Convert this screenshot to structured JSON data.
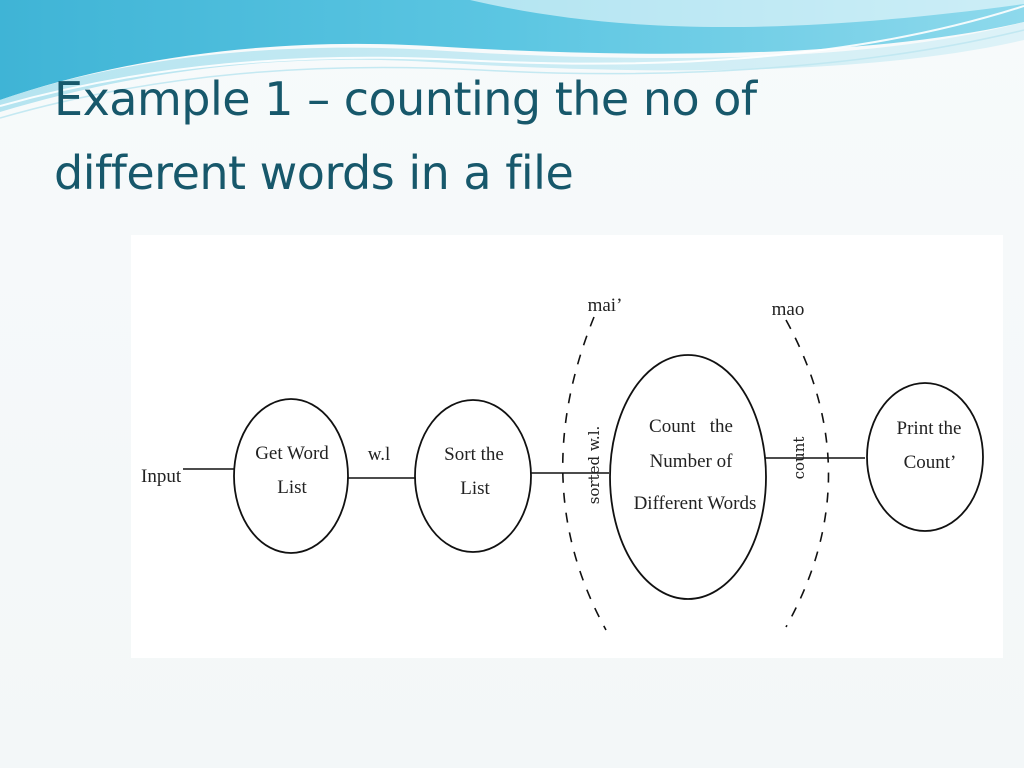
{
  "slide": {
    "title_line1": "Example 1 – counting the no of",
    "title_line2": "different words in a file"
  },
  "diagram": {
    "input_label": "Input",
    "nodes": {
      "get_word_list": [
        "Get Word",
        "List"
      ],
      "sort_the_list": [
        "Sort the",
        "List"
      ],
      "count_words": [
        "Count   the",
        "Number of",
        "Different Words"
      ],
      "print_count": [
        "Print the",
        "Count’"
      ]
    },
    "edge_labels": {
      "wl": "w.l",
      "sorted_wl": "sorted w.l.",
      "count": "count"
    },
    "module_labels": {
      "mai": "mai’",
      "mao": "mao"
    }
  }
}
